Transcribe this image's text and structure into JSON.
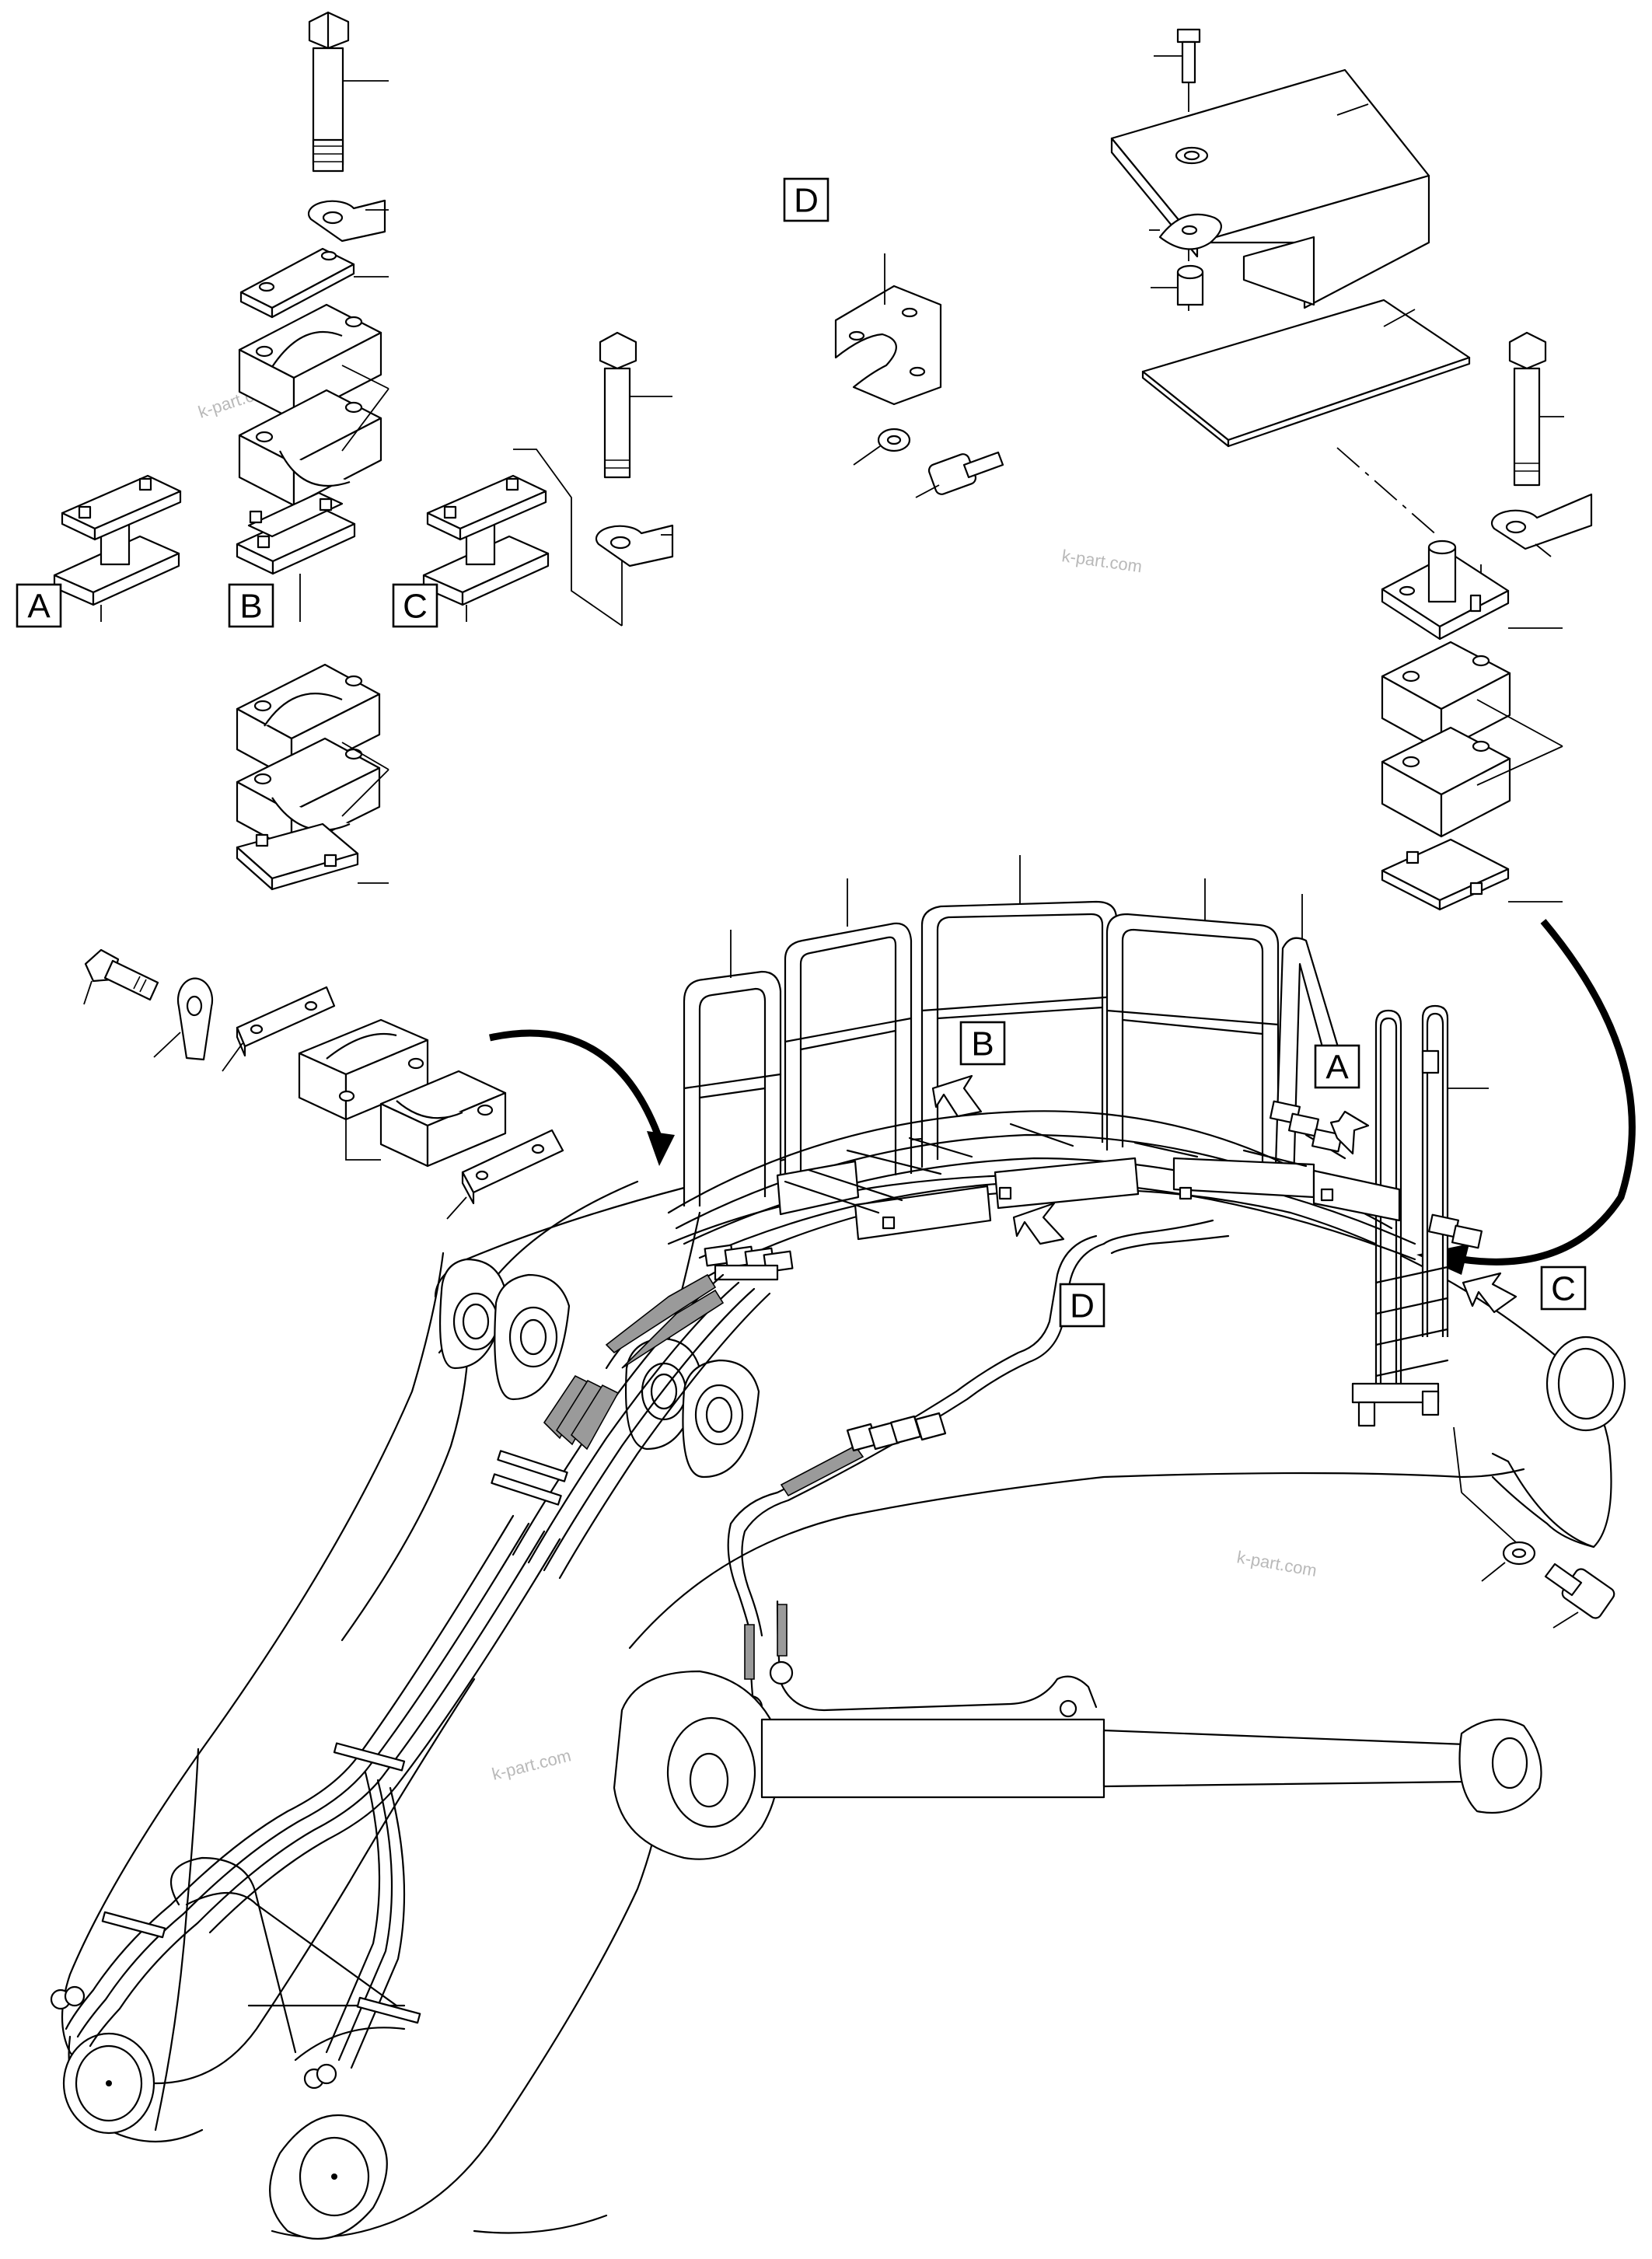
{
  "detail_labels": {
    "a_top": "A",
    "b_top": "B",
    "c_top": "C",
    "d_top": "D",
    "b_main": "B",
    "a_main": "A",
    "d_main": "D",
    "c_main": "C"
  },
  "watermarks": [
    "k-part.com",
    "k-part.com",
    "k-part.com",
    "k-part.com"
  ],
  "colors": {
    "line": "#000000",
    "hose_shading": "#9a9a9a",
    "watermark": "#b9b9b9",
    "background": "#ffffff"
  }
}
